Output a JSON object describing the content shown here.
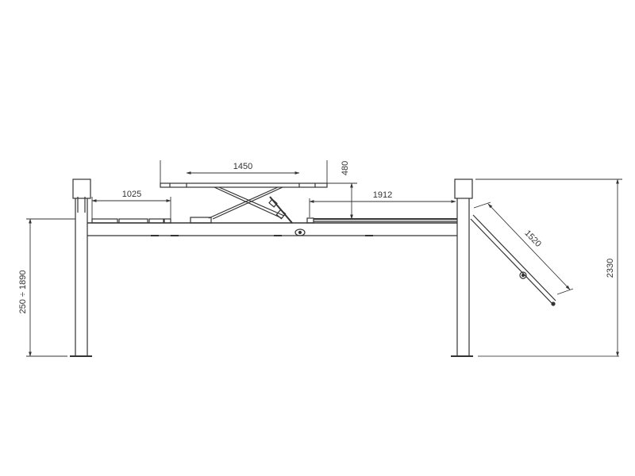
{
  "drawing": {
    "title": "Four-post lift side elevation with scissor jack and drive-on ramp",
    "line_color": "#333333",
    "background": "#ffffff"
  },
  "dimensions": {
    "jack_platform_width": "1450",
    "jack_height": "480",
    "left_runway_section": "1025",
    "right_runway_section": "1912",
    "ramp_length": "1520",
    "overall_height": "2330",
    "lift_height_range": "250 ÷ 1890"
  }
}
